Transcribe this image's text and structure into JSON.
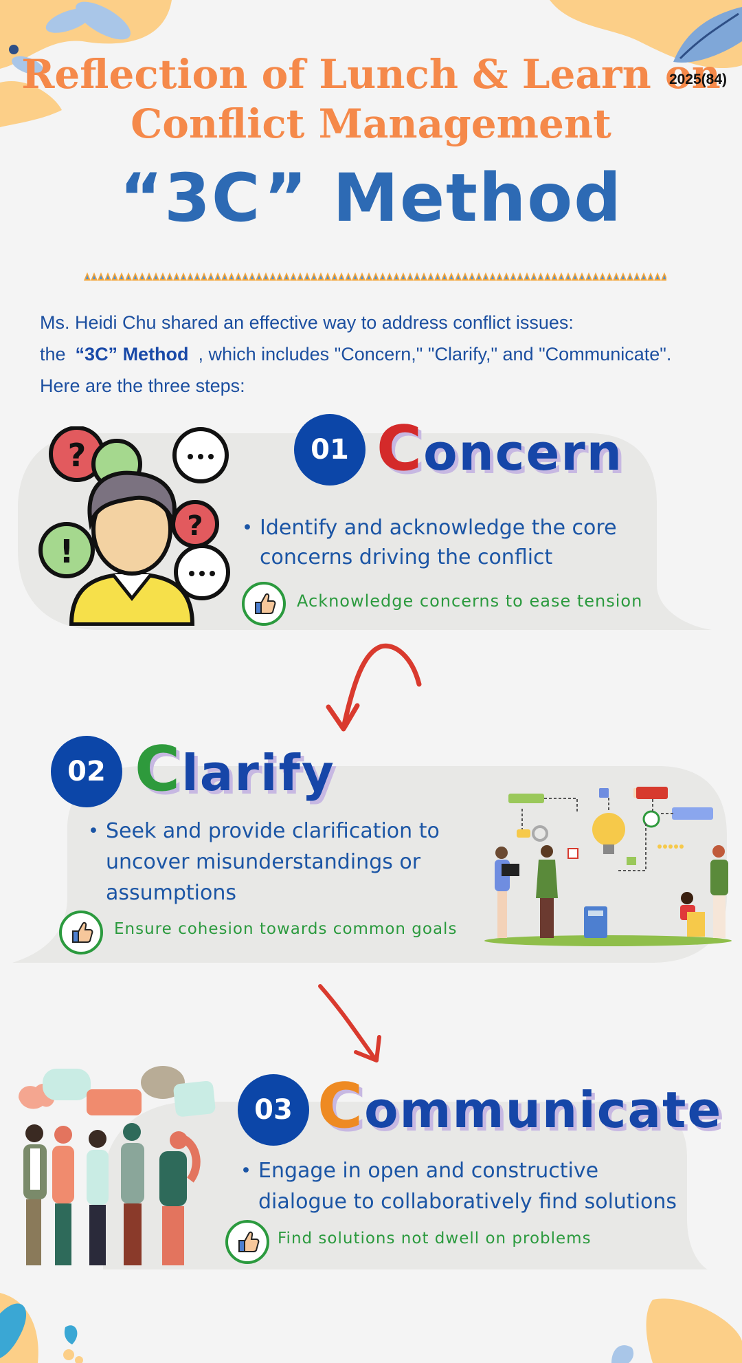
{
  "header": {
    "title_line1": "Reflection of Lunch & Learn on",
    "title_line2": "Conflict Management",
    "issue": "2025(84)",
    "method_title": "“3C” Method"
  },
  "intro": {
    "line1": "Ms. Heidi Chu shared an effective way to address conflict issues:",
    "line2_pre": "the",
    "line2_strong": "“3C” Method",
    "line2_post": ", which includes \"Concern,\" \"Clarify,\" and \"Communicate\".",
    "line3": "Here are the three steps:"
  },
  "steps": [
    {
      "number": "01",
      "letter": "C",
      "rest": "oncern",
      "letter_color": "#d42a2a",
      "bullet_line1": "Identify and acknowledge the core",
      "bullet_line2": "concerns driving the conflict",
      "tip": "Acknowledge concerns to ease tension"
    },
    {
      "number": "02",
      "letter": "C",
      "rest": "larify",
      "letter_color": "#2e9a3c",
      "bullet_line1": "Seek and provide clarification to",
      "bullet_line2": "uncover misunderstandings or",
      "bullet_line3": "assumptions",
      "tip": "Ensure cohesion towards common goals"
    },
    {
      "number": "03",
      "letter": "C",
      "rest": "ommunicate",
      "letter_color": "#ee8a22",
      "bullet_line1": "Engage in open and constructive",
      "bullet_line2": "dialogue to collaboratively find solutions",
      "tip": "Find solutions not dwell on problems"
    }
  ],
  "colors": {
    "accent_orange": "#f5894a",
    "blue": "#2d6ab4",
    "dark_blue": "#0c46a8",
    "green": "#2b9a3e",
    "red_arrow": "#d93a2e"
  },
  "icons": [
    "thumbs-up-icon",
    "arrow-down-icon"
  ]
}
